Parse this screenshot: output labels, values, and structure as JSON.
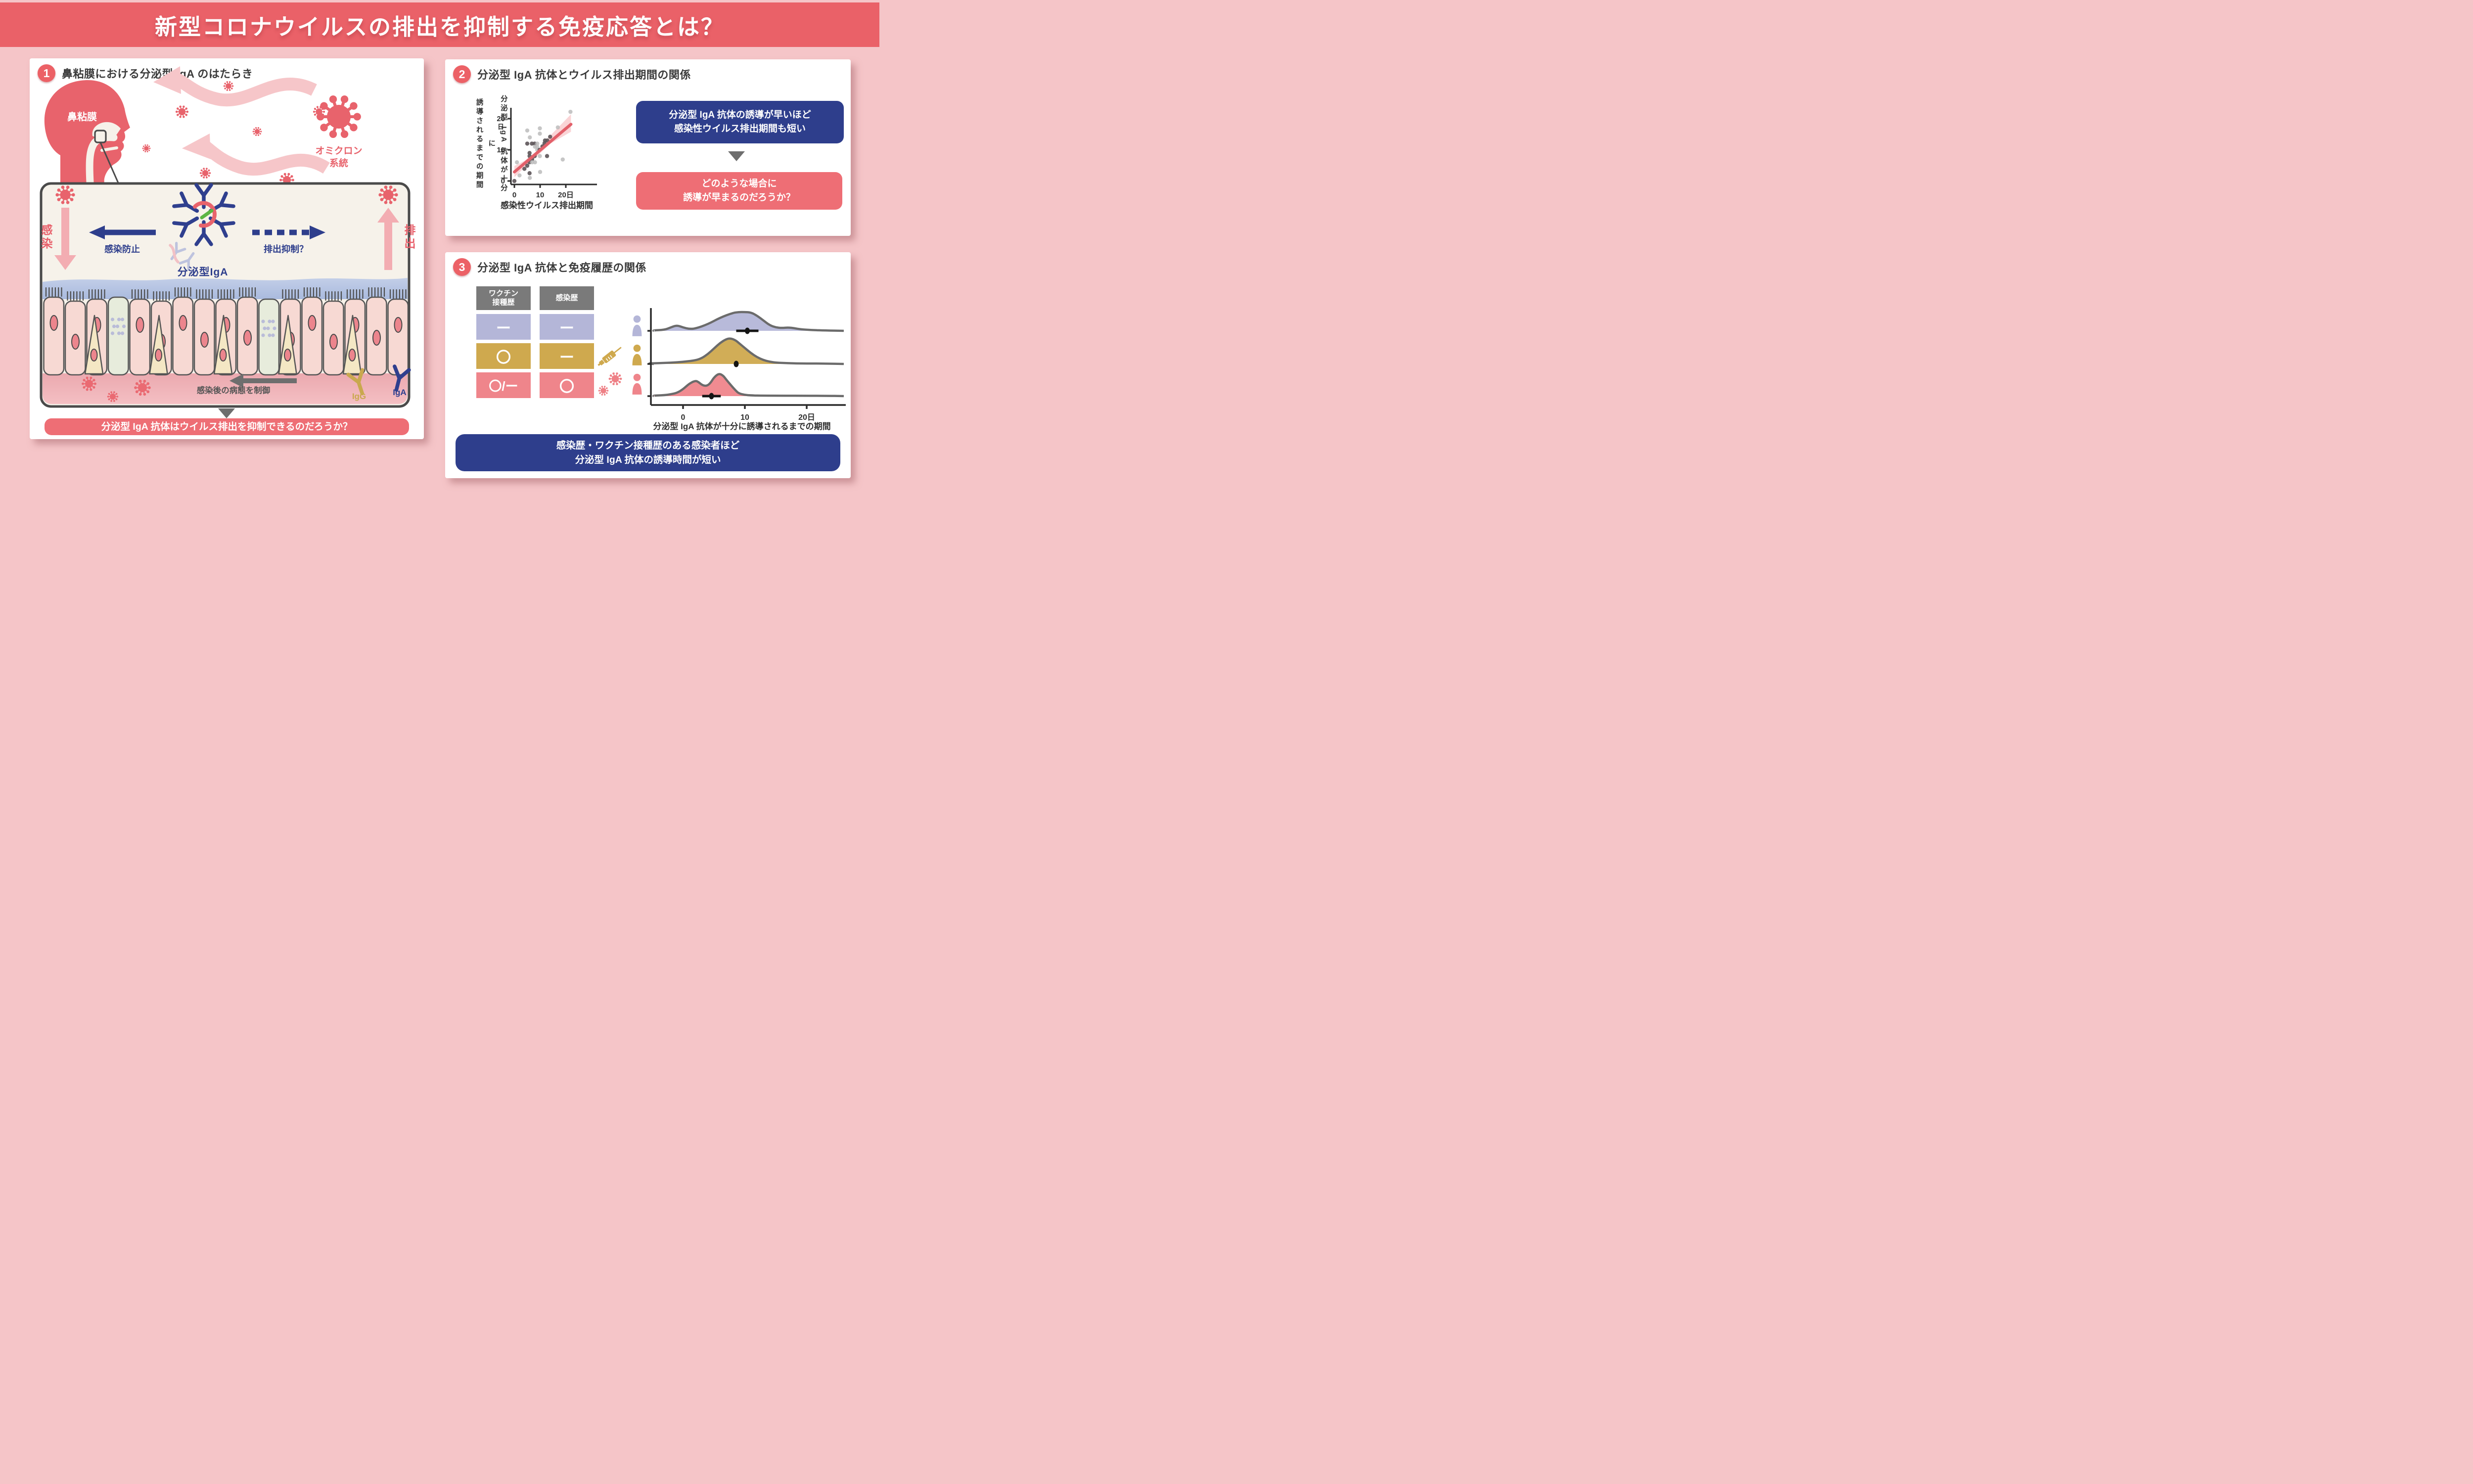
{
  "title": "新型コロナウイルスの排出を抑制する免疫応答とは？",
  "colors": {
    "accent_red": "#ea6168",
    "navy": "#2e3e8c",
    "cream": "#f6f2ea",
    "pink_bg": "#f5c5c8",
    "gold": "#c9a84e",
    "lavender": "#b4b6d8",
    "salmon": "#ef858b",
    "gray": "#6e6e6e"
  },
  "panel1": {
    "number": "1",
    "heading": "鼻粘膜における分泌型 IgA のはたらき",
    "labels": {
      "nasal_mucosa": "鼻粘膜",
      "omicron_l1": "オミクロン",
      "omicron_l2": "系統",
      "infection": "感染",
      "infection_prevention": "感染防止",
      "shedding_suppression": "排出抑制？",
      "shedding": "排出",
      "secretory_iga": "分泌型IgA",
      "post_infection_control": "感染後の病態を制御",
      "igg": "IgG",
      "iga": "IgA"
    },
    "question": "分泌型 IgA 抗体はウイルス排出を抑制できるのだろうか？"
  },
  "panel2": {
    "number": "2",
    "heading": "分泌型 IgA 抗体とウイルス排出期間の関係",
    "ylabel_l1": "分泌型 IgA 抗体が十分に",
    "ylabel_l2": "誘導されるまでの期間",
    "finding_l1": "分泌型 IgA 抗体の誘導が早いほど",
    "finding_l2": "感染性ウイルス排出期間も短い",
    "question_l1": "どのような場合に",
    "question_l2": "誘導が早まるのだろうか？"
  },
  "panel3": {
    "number": "3",
    "heading": "分泌型 IgA 抗体と免疫履歴の関係",
    "table": {
      "col1_l1": "ワクチン",
      "col1_l2": "接種歴",
      "col2": "感染歴",
      "rows": [
        {
          "vaccine": "ー",
          "infection": "ー",
          "color": "#b4b6d8",
          "icon": "person"
        },
        {
          "vaccine": "〇",
          "infection": "ー",
          "color": "#cfa94e",
          "icon": "syringe-person"
        },
        {
          "vaccine": "〇/ー",
          "infection": "〇",
          "color": "#ef858b",
          "icon": "virus-person"
        }
      ]
    },
    "ridge_xlabel": "分泌型 IgA 抗体が十分に誘導されるまでの期間",
    "conclusion_l1": "感染歴・ワクチン接種歴のある感染者ほど",
    "conclusion_l2": "分泌型 IgA 抗体の誘導時間が短い"
  },
  "chart_data": [
    {
      "id": "iga-induction-vs-shedding",
      "type": "scatter",
      "title": "分泌型 IgA 抗体とウイルス排出期間の関係",
      "xlabel": "感染性ウイルス排出期間",
      "ylabel": "分泌型 IgA 抗体が十分に誘導されるまでの期間",
      "x_unit": "日",
      "y_unit": "日",
      "xlim": [
        -1.5,
        25
      ],
      "ylim": [
        -1.5,
        24
      ],
      "xticks": [
        0,
        10,
        20
      ],
      "yticks": [
        0,
        10,
        20
      ],
      "xtick_labels": [
        "0",
        "10",
        "20日"
      ],
      "ytick_labels": [
        "0",
        "10",
        "20"
      ],
      "ytick_top_unit": "日",
      "point_colors": {
        "d": "#5c5458",
        "l": "#bcbcbc"
      },
      "points": [
        [
          0,
          0,
          "d"
        ],
        [
          1,
          6,
          "l"
        ],
        [
          2,
          1.8,
          "l"
        ],
        [
          3.9,
          3.9,
          "d"
        ],
        [
          5,
          4.9,
          "d"
        ],
        [
          5,
          12,
          "d"
        ],
        [
          5,
          16.2,
          "l"
        ],
        [
          5.9,
          6,
          "d"
        ],
        [
          5.9,
          8,
          "d"
        ],
        [
          5.9,
          9,
          "d"
        ],
        [
          6,
          14,
          "l"
        ],
        [
          5.9,
          2.5,
          "d"
        ],
        [
          6,
          1,
          "l"
        ],
        [
          6.8,
          12,
          "d"
        ],
        [
          6.9,
          7,
          "d"
        ],
        [
          6.9,
          6,
          "l"
        ],
        [
          7.9,
          12,
          "d"
        ],
        [
          8,
          11,
          "l"
        ],
        [
          7.9,
          8,
          "d"
        ],
        [
          8,
          6,
          "l"
        ],
        [
          8.9,
          12,
          "l"
        ],
        [
          8.9,
          11,
          "l"
        ],
        [
          8.9,
          10,
          "l"
        ],
        [
          9.9,
          16.9,
          "l"
        ],
        [
          9.9,
          15.2,
          "l"
        ],
        [
          9.8,
          10,
          "d"
        ],
        [
          9.9,
          8,
          "l"
        ],
        [
          10,
          2.9,
          "l"
        ],
        [
          10.9,
          11.1,
          "d"
        ],
        [
          11.7,
          12.1,
          "d"
        ],
        [
          11.9,
          13,
          "d"
        ],
        [
          12.8,
          13,
          "d"
        ],
        [
          12.7,
          8,
          "d"
        ],
        [
          13.9,
          14.2,
          "d"
        ],
        [
          16.9,
          17.2,
          "l"
        ],
        [
          18.8,
          6.9,
          "l"
        ],
        [
          21.8,
          22.2,
          "l"
        ]
      ],
      "trend": {
        "x1": 0,
        "y1": 2.9,
        "x2": 22,
        "y2": 18.2,
        "color": "#e2606a"
      },
      "ci_band": [
        [
          0,
          1.2
        ],
        [
          4,
          4.4
        ],
        [
          9,
          8.1
        ],
        [
          14,
          12.0
        ],
        [
          22,
          15.8
        ],
        [
          22,
          21.4
        ],
        [
          14,
          14.6
        ],
        [
          9,
          9.8
        ],
        [
          4,
          6.5
        ],
        [
          0,
          4.8
        ]
      ],
      "band_color": "#f9cfd2"
    },
    {
      "id": "iga-induction-by-immune-history",
      "type": "area",
      "subtype": "ridgeline",
      "xlabel": "分泌型 IgA 抗体が十分に誘導されるまでの期間",
      "x_unit": "日",
      "xticks": [
        0,
        10,
        20
      ],
      "xtick_labels": [
        "0",
        "10",
        "20日"
      ],
      "series": [
        {
          "name": "ワクチン接種歴ー・感染歴ー",
          "color": "#b4b6d8",
          "amp": 38,
          "median": 10.4,
          "interval": [
            8.6,
            12.2
          ],
          "curve": [
            [
              -5,
              0.02
            ],
            [
              -3,
              0.05
            ],
            [
              -2,
              0.18
            ],
            [
              -1,
              0.3
            ],
            [
              0,
              0.18
            ],
            [
              1,
              0.1
            ],
            [
              2,
              0.12
            ],
            [
              4,
              0.35
            ],
            [
              6,
              0.7
            ],
            [
              8,
              0.95
            ],
            [
              9,
              1
            ],
            [
              10,
              1
            ],
            [
              11,
              0.98
            ],
            [
              12,
              0.8
            ],
            [
              13,
              0.55
            ],
            [
              14,
              0.3
            ],
            [
              15,
              0.18
            ],
            [
              16,
              0.15
            ],
            [
              17,
              0.18
            ],
            [
              18,
              0.14
            ],
            [
              19,
              0.08
            ],
            [
              21,
              0.04
            ],
            [
              23,
              0.02
            ]
          ]
        },
        {
          "name": "ワクチン接種歴〇・感染歴ー",
          "color": "#cfa94e",
          "amp": 52,
          "median": 8.6,
          "interval": null,
          "curve": [
            [
              -6,
              0.02
            ],
            [
              -4,
              0.03
            ],
            [
              -2,
              0.05
            ],
            [
              0,
              0.08
            ],
            [
              2,
              0.14
            ],
            [
              3,
              0.22
            ],
            [
              4,
              0.38
            ],
            [
              5,
              0.6
            ],
            [
              6,
              0.82
            ],
            [
              7,
              0.97
            ],
            [
              7.7,
              1
            ],
            [
              8.5,
              0.92
            ],
            [
              9,
              0.82
            ],
            [
              10,
              0.62
            ],
            [
              11,
              0.42
            ],
            [
              12,
              0.26
            ],
            [
              13,
              0.15
            ],
            [
              14,
              0.09
            ],
            [
              15,
              0.05
            ],
            [
              17,
              0.03
            ],
            [
              19,
              0.02
            ],
            [
              23,
              0.015
            ]
          ]
        },
        {
          "name": "ワクチン接種歴〇/ー・感染歴〇",
          "color": "#ef858b",
          "amp": 46,
          "median": 4.6,
          "interval": [
            3.1,
            6.1
          ],
          "curve": [
            [
              -5,
              0.02
            ],
            [
              -3,
              0.04
            ],
            [
              -2,
              0.08
            ],
            [
              -1,
              0.14
            ],
            [
              0,
              0.3
            ],
            [
              1,
              0.55
            ],
            [
              2,
              0.68
            ],
            [
              2.5,
              0.62
            ],
            [
              3,
              0.5
            ],
            [
              3.5,
              0.45
            ],
            [
              4,
              0.47
            ],
            [
              4.5,
              0.6
            ],
            [
              5,
              0.82
            ],
            [
              5.8,
              1
            ],
            [
              6.5,
              0.9
            ],
            [
              7,
              0.72
            ],
            [
              8,
              0.4
            ],
            [
              8.5,
              0.25
            ],
            [
              9,
              0.12
            ],
            [
              10,
              0.05
            ],
            [
              11,
              0.03
            ],
            [
              13,
              0.02
            ],
            [
              23,
              0.015
            ]
          ]
        }
      ]
    }
  ]
}
